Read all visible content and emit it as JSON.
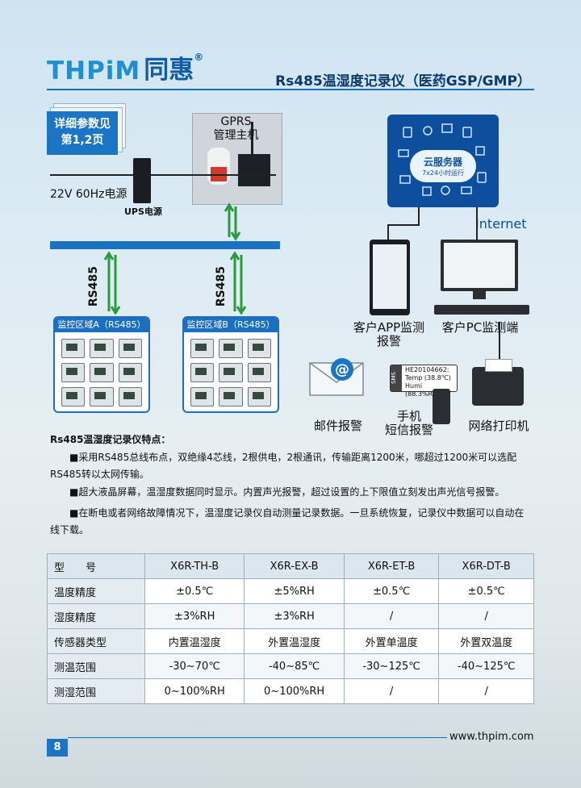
{
  "header": {
    "logo_en": "THPiM",
    "logo_cn": "同惠",
    "logo_reg": "®",
    "title": "Rs485温湿度记录仪（医药GSP/GMP）"
  },
  "sidenote": {
    "line1": "详细参数见",
    "line2": "第1,2页"
  },
  "diagram": {
    "gprs_label_1": "GPRS",
    "gprs_label_2": "管理主机",
    "power_label": "22V 60Hz电源",
    "ups_label": "UPS电源",
    "rs485_left": "RS485",
    "rs485_right": "RS485",
    "zone_a": "监控区域A（RS485）",
    "zone_b": "监控区域B（RS485）",
    "cloud_title": "云服务器",
    "cloud_sub": "7x24小时运行",
    "internet": "Internet",
    "app_caption_1": "客户APP监测",
    "app_caption_2": "报警",
    "pc_caption": "客户PC监测端",
    "mail_caption": "邮件报警",
    "sms_caption_1": "手机",
    "sms_caption_2": "短信报警",
    "printer_caption": "网络打印机",
    "sms_label": "SMS",
    "sms_line1": "HE20104662:",
    "sms_line2": "Temp (38.8℃)",
    "sms_line3": "Humi (88.3%RH)"
  },
  "features": {
    "title": "Rs485温湿度记录仪特点：",
    "p1": "■采用RS485总线布点，双绝缘4芯线，2根供电，2根通讯，传输距离1200米，哪超过1200米可以选配RS485转以太网传输。",
    "p2": "■超大液晶屏幕，温湿度数据同时显示。内置声光报警，超过设置的上下限值立刻发出声光信号报警。",
    "p3": "■在断电或者网络故障情况下，温湿度记录仪自动测量记录数据。一旦系统恢复，记录仪中数据可以自动在线下载。"
  },
  "table": {
    "header": [
      "型　　号",
      "X6R-TH-B",
      "X6R-EX-B",
      "X6R-ET-B",
      "X6R-DT-B"
    ],
    "rows": [
      [
        "温度精度",
        "±0.5℃",
        "±5%RH",
        "±0.5℃",
        "±0.5℃"
      ],
      [
        "湿度精度",
        "±3%RH",
        "±3%RH",
        "/",
        "/"
      ],
      [
        "传感器类型",
        "内置温湿度",
        "外置温湿度",
        "外置单温度",
        "外置双温度"
      ],
      [
        "测温范围",
        "-30~70℃",
        "-40~85℃",
        "-30~125℃",
        "-40~125℃"
      ],
      [
        "测湿范围",
        "0~100%RH",
        "0~100%RH",
        "/",
        "/"
      ]
    ]
  },
  "footer": {
    "page": "8",
    "url": "www.thpim.com"
  },
  "colors": {
    "brand_blue": "#1b74c4",
    "dark_blue": "#0d4f9c",
    "arrow_green": "#2a9b3a"
  }
}
